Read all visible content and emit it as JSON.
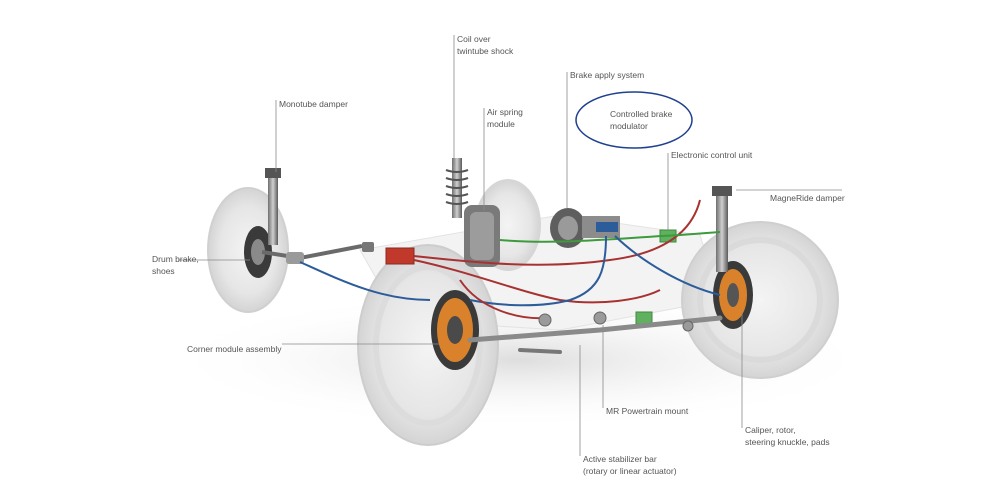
{
  "labels": {
    "coil_over": {
      "line1": "Coil over",
      "line2": "twintube shock"
    },
    "monotube": {
      "line1": "Monotube damper"
    },
    "air_spring": {
      "line1": "Air spring",
      "line2": "module"
    },
    "brake_apply": {
      "line1": "Brake apply system"
    },
    "controlled_brake": {
      "line1": "Controlled brake",
      "line2": "modulator"
    },
    "ecu": {
      "line1": "Electronic control unit"
    },
    "magneride": {
      "line1": "MagneRide damper"
    },
    "drum_brake": {
      "line1": "Drum brake,",
      "line2": "shoes"
    },
    "corner_module": {
      "line1": "Corner module assembly"
    },
    "mr_mount": {
      "line1": "MR Powertrain mount"
    },
    "caliper": {
      "line1": "Caliper, rotor,",
      "line2": "steering knuckle, pads"
    },
    "stabilizer": {
      "line1": "Active stabilizer bar",
      "line2": "(rotary or linear actuator)"
    }
  },
  "colors": {
    "label_text": "#555555",
    "leader_line": "#8a8a8a",
    "highlight_ellipse": "#1f3f8f",
    "brake_line_red": "#a83232",
    "brake_line_blue": "#2c5c9a",
    "control_line_green": "#3d9a3d",
    "rotor_orange": "#d9822b"
  }
}
